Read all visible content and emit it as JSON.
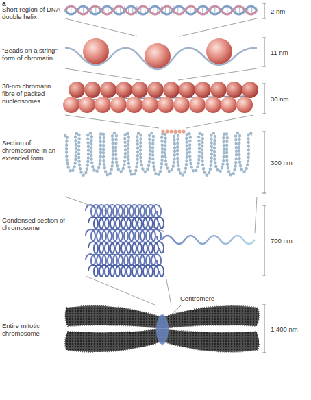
{
  "diagram": {
    "labels": [
      "a",
      "Short region of DNA double helix",
      "2 nm",
      "\"Beads on a string\" form of chromatin",
      "11 nm",
      "30-nm chromatin fibre of packed nucleosomes",
      "30 nm",
      "Section of chromosome in an extended form",
      "300 nm",
      "Condensed section of chromosome",
      "700 nm",
      "Centromere",
      "Entire mitotic chromosome",
      "1,400 nm"
    ]
  }
}
